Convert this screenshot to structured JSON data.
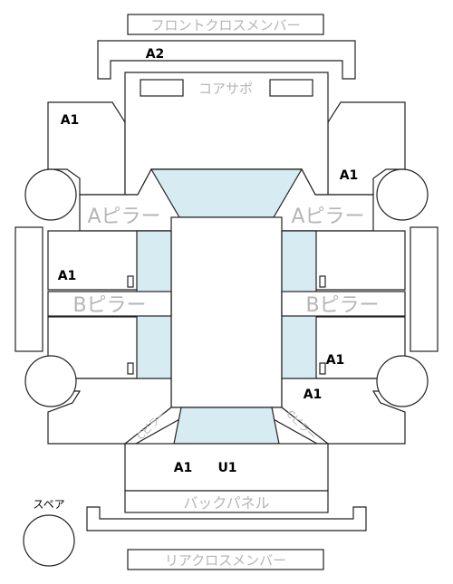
{
  "labels": {
    "front_cross_member": "フロントクロスメンバー",
    "core_support": "コアサポ",
    "a_pillar": "Aピラー",
    "b_pillar": "Bピラー",
    "c_pillar": "Cピラー",
    "back_panel": "バックパネル",
    "rear_cross_member": "リアクロスメンバー",
    "spare": "スペア"
  },
  "marks": {
    "a2": "A2",
    "a1": "A1",
    "u1": "U1"
  },
  "colors": {
    "glass": "#d6ebf2",
    "outline": "#222222",
    "label_gray": "#b5b5b5"
  }
}
